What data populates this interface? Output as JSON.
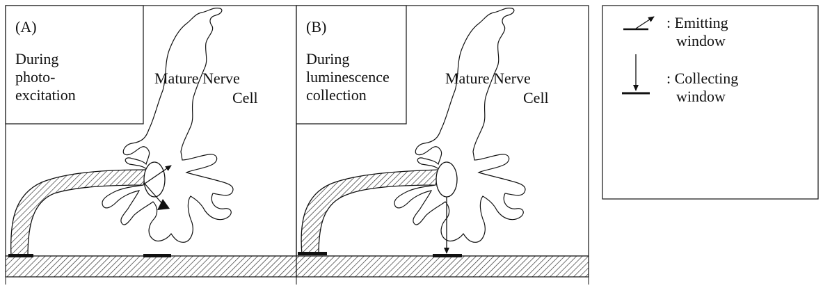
{
  "panel_a": {
    "label": "(A)",
    "caption_lines": [
      "During",
      "photo-",
      "excitation"
    ],
    "cell_label_line1": "Mature Nerve",
    "cell_label_line2": "Cell"
  },
  "panel_b": {
    "label": "(B)",
    "caption_lines": [
      "During",
      "luminescence",
      "collection"
    ],
    "cell_label_line1": "Mature Nerve",
    "cell_label_line2": "Cell"
  },
  "legend": {
    "emitting_line1": ": Emitting",
    "emitting_line2": "window",
    "collecting_line1": ": Collecting",
    "collecting_line2": "window"
  }
}
